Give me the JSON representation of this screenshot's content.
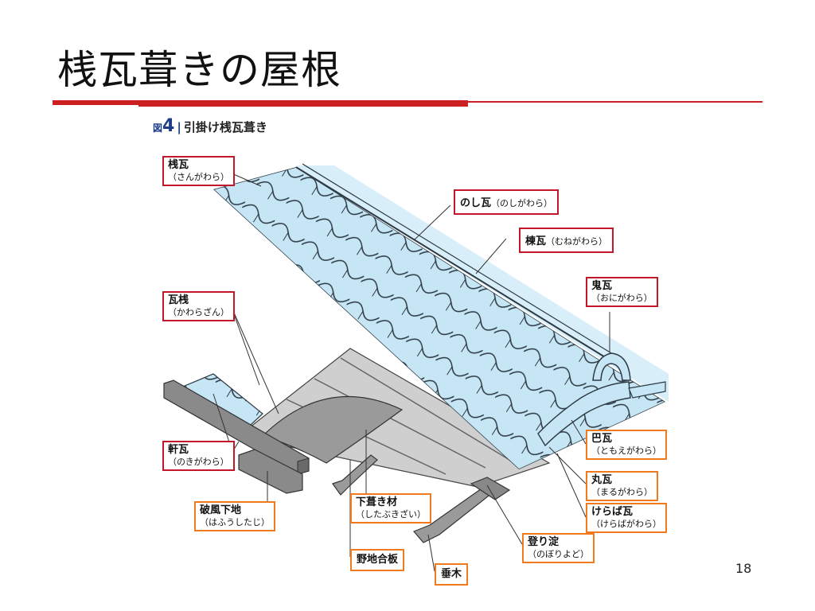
{
  "slide": {
    "title": "桟瓦葺きの屋根",
    "page_number": "18"
  },
  "figure": {
    "caption_prefix": "図",
    "caption_number": "4",
    "caption_text": "引掛け桟瓦葺き"
  },
  "callouts": {
    "sangawara": {
      "kanji": "桟瓦",
      "kana": "（さんがわら）"
    },
    "noshigawara": {
      "kanji": "のし瓦",
      "kana": "（のしがわら）"
    },
    "munegawara": {
      "kanji": "棟瓦",
      "kana": "（むねがわら）"
    },
    "onigawara": {
      "kanji": "鬼瓦",
      "kana": "（おにがわら）"
    },
    "kawarazan": {
      "kanji": "瓦桟",
      "kana": "（かわらざん）"
    },
    "nokigawara": {
      "kanji": "軒瓦",
      "kana": "（のきがわら）"
    },
    "tomoegawara": {
      "kanji": "巴瓦",
      "kana": "（ともえがわら）"
    },
    "marugawara": {
      "kanji": "丸瓦",
      "kana": "（まるがわら）"
    },
    "kerabagawara": {
      "kanji": "けらば瓦",
      "kana": "（けらばがわら）"
    },
    "hafushitaji": {
      "kanji": "破風下地",
      "kana": "（はふうしたじ）"
    },
    "shitabukizai": {
      "kanji": "下葺き材",
      "kana": "（したぶきざい）"
    },
    "noborimoya": {
      "kanji": "登り淀",
      "kana": "（のぼりよど）"
    },
    "nojigouban": {
      "kanji": "野地合板",
      "kana": ""
    },
    "taruki": {
      "kanji": "垂木",
      "kana": ""
    }
  },
  "colors": {
    "title_rule": "#cc1f1f",
    "callout_red": "#c0182a",
    "callout_orange": "#f07a1d",
    "tile_fill": "#c7e6f5",
    "underlay_fill": "#cfcfcf",
    "sky_fill": "#d8eef8"
  }
}
